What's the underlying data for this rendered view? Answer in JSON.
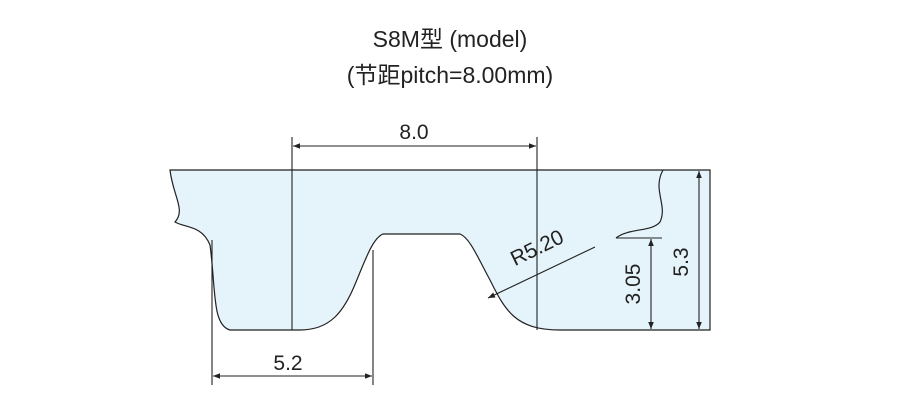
{
  "title": {
    "line1": "S8M型 (model)",
    "line2": "(节距pitch=8.00mm)"
  },
  "dimensions": {
    "pitch": "8.0",
    "tooth_width": "5.2",
    "radius": "R5.20",
    "tooth_height": "3.05",
    "total_height": "5.3"
  },
  "colors": {
    "belt_fill": "#e5f3fa",
    "line": "#222222"
  }
}
